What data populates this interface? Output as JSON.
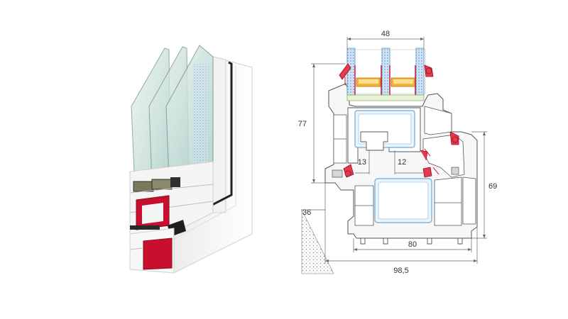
{
  "dimensions": {
    "glazing_width": "48",
    "frame_depth": "77",
    "sash_depth": "69",
    "rebate_left": "13",
    "rebate_right": "12",
    "wall_offset": "36",
    "sash_width": "80",
    "total_width": "98,5"
  },
  "colors": {
    "profile_white": "#f4f4f4",
    "profile_outline": "#555555",
    "reinforcement_red": "#c8102e",
    "glass_blue": "#6fa8dc",
    "gasket_gray": "#3a3a3a",
    "wall_hatch": "#9a9a9a"
  }
}
